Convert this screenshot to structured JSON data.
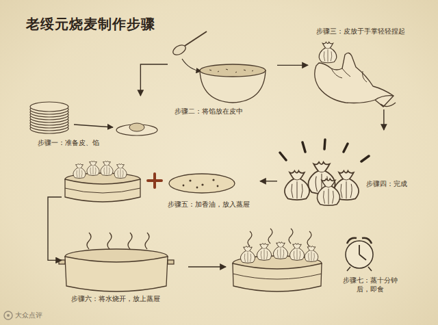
{
  "diagram": {
    "title": "老绥元烧麦制作步骤",
    "nodes": [
      {
        "text": [
          "步骤一：准备皮、馅"
        ]
      },
      {
        "text": [
          "步骤二：将馅放在皮中"
        ]
      },
      {
        "text": [
          "步骤三：皮放于手掌轻轻捏起"
        ]
      },
      {
        "text": [
          "步骤四：完成"
        ]
      },
      {
        "text": [
          "步骤五：加香油，放入蒸屉"
        ]
      },
      {
        "text": [
          "步骤六：将水烧开，放上蒸屉"
        ]
      },
      {
        "text": [
          "步骤七：蒸十分钟后，即食"
        ]
      }
    ],
    "edges": [
      {
        "from": 1,
        "to": 0,
        "arrow": "to"
      },
      {
        "from": 1,
        "to": 2,
        "arrow": "to"
      },
      {
        "from": 2,
        "to": 3,
        "arrow": "to"
      },
      {
        "from": 3,
        "to": 4,
        "arrow": "to"
      },
      {
        "from": 4,
        "to": 5,
        "arrow": "to"
      },
      {
        "from": 5,
        "to": 6,
        "arrow": "to"
      }
    ],
    "labels": [
      "大众点评"
    ]
  }
}
